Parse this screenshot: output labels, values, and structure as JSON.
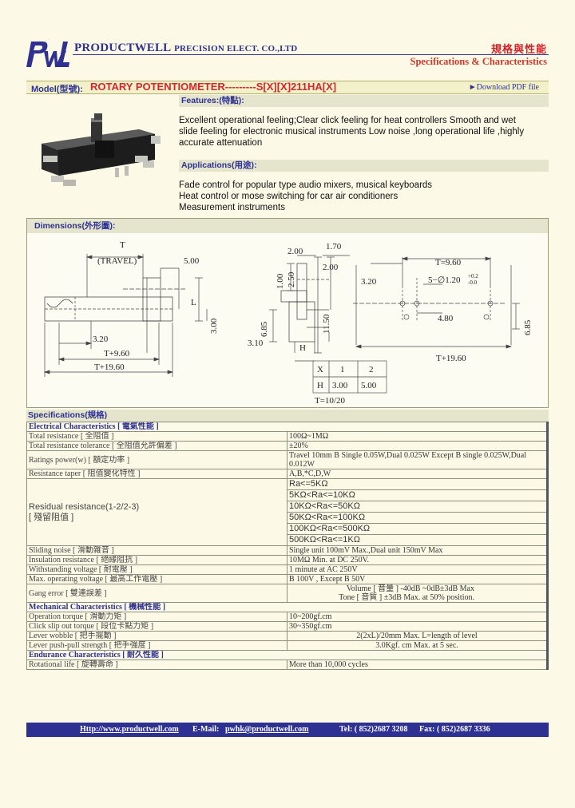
{
  "header": {
    "company_big": "PRODUCTWELL",
    "company_small": "PRECISION ELECT. CO.,LTD",
    "cn_title": "規格與性能",
    "spec_title": "Specifications & Characteristics"
  },
  "model": {
    "label": "Model(型號):",
    "name": "ROTARY POTENTIOMETER---------S[X][X]211HA[X]",
    "download": "►Download PDF file"
  },
  "features": {
    "title": "Features:(特點):",
    "lines": [
      "Excellent operational feeling;Clear click feeling for heat controllers Smooth and wet",
      "slide feeling for electronic musical instruments Low noise ,long operational life ,highly",
      "accurate attenuation"
    ]
  },
  "applications": {
    "title": "Applications(用途):",
    "lines": [
      "Fade control for popular type audio mixers, musical keyboards",
      "Heat control or mose switching for car air conditioners",
      "Measurement instruments"
    ]
  },
  "dimensions": {
    "title": "Dimensions(外形圖):",
    "labels": {
      "t": "T",
      "travel": "(TRAVEL)",
      "d500": "5.00",
      "l": "L",
      "d300": "3.00",
      "d320": "3.20",
      "t960": "T+9.60",
      "t1960": "T+19.60",
      "d200": "2.00",
      "d170": "1.70",
      "d100": "1.00",
      "d250": "2.50",
      "d200b": "2.00",
      "d685": "6.85",
      "d1150": "11.50",
      "d310": "3.10",
      "h": "H",
      "r_t960": "T=9.60",
      "r_320": "3.20",
      "r_hole": "5−∅1.20",
      "r_tol_up": "+0.2",
      "r_tol_dn": "-0.0",
      "r_480": "4.80",
      "r_685": "6.85",
      "r_t1960": "T+19.60",
      "t10_20": "T=10/20"
    },
    "xh_table": {
      "head": [
        "X",
        "1",
        "2"
      ],
      "row": [
        "H",
        "3.00",
        "5.00"
      ]
    }
  },
  "specs": {
    "title": "Specifications(規格)",
    "electrical_title": "Electrical Characteristics [ 電氣性能 ]",
    "rows_elec": [
      {
        "k": "Total resistance [ 全阻值 ]",
        "v": "100Ω~1MΩ"
      },
      {
        "k": "Total resistance tolerance [ 全阻值允許偏差 ]",
        "v": "±20%"
      },
      {
        "k": "Ratings power(w) [ 額定功率 ]",
        "v": "Travel 10mm   B  Single 0.05W,Dual 0.025W      Except B  single 0.025W,Dual 0.012W"
      },
      {
        "k": "Resistance taper [ 阻值變化特性 ]",
        "v": "A,B,*C,D,W"
      }
    ],
    "residual_k": "Residual resistance(1-2/2-3)",
    "residual_k_cn": "[ 殘留阻值 ]",
    "residual_v": [
      "Ra<=5KΩ",
      "5KΩ<Ra<=10KΩ",
      "10KΩ<Ra<=50KΩ",
      "50KΩ<Ra<=100KΩ",
      "100KΩ<Ra<=500KΩ",
      "500KΩ<Ra<=1KΩ"
    ],
    "rows_elec2": [
      {
        "k": "Sliding noise [ 滑動雜音 ]",
        "v": "Single unit  100mV Max.,Dual unit  150mV Max"
      },
      {
        "k": "Insulation resistance [ 絕緣阻抗 ]",
        "v": "10MΩ Min. at DC 250V."
      },
      {
        "k": "Withstanding voltage [ 耐電壓 ]",
        "v": "1 minute at AC 250V"
      },
      {
        "k": "Max. operating voltage [ 最高工作電壓 ]",
        "v": "B 100V  , Except B  50V"
      }
    ],
    "gang_k": "Gang error [ 雙連誤差 ]",
    "gang_v1": "Volume [ 音量 ]    -40dB ~0dB±3dB Max",
    "gang_v2": "Tone [ 音質 ]    ±3dB Max. at 50% position.",
    "mechanical_title": "Mechanical Characteristics [ 機械性能 ]",
    "rows_mech": [
      {
        "k": "Operation torque [ 滑動力矩 ]",
        "v": "10~200gf.cm",
        "c": false
      },
      {
        "k": "Click slip out torque [ 段位卡點力矩 ]",
        "v": "30~350gf.cm",
        "c": false
      },
      {
        "k": "Lever wobble [ 把手擺動 ]",
        "v": "2(2xL)/20mm Max. L=length of level",
        "c": true
      },
      {
        "k": "Lever push-pull strength [ 把手強度 ]",
        "v": "3.0Kgf. cm Max. at 5 sec.",
        "c": true
      }
    ],
    "endurance_title": "Endurance Characteristics [ 耐久性能 ]",
    "rows_end": [
      {
        "k": "Rotational life [ 旋轉壽命 ]",
        "v": "More than 10,000 cycles"
      }
    ]
  },
  "footer": {
    "url": "Http://www.productwell.com",
    "email_label": "E-Mail:",
    "email": "pwhk@productwell.com",
    "tel": "Tel: ( 852)2687 3208",
    "fax": "Fax: ( 852)2687 3336"
  },
  "colors": {
    "brand": "#2e3192",
    "accent": "#d7252e",
    "band": "#e5e4cc"
  }
}
